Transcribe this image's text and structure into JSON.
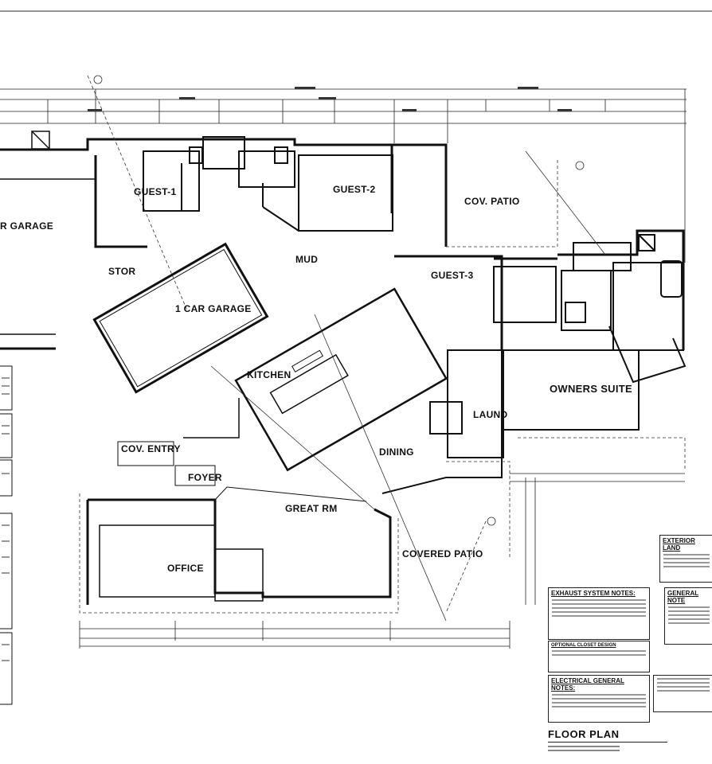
{
  "rooms": {
    "garage": "R GARAGE",
    "guest1": "GUEST-1",
    "guest2": "GUEST-2",
    "cov_patio": "COV. PATIO",
    "stor": "STOR",
    "mud": "MUD",
    "guest3": "GUEST-3",
    "one_car_garage": "1 CAR GARAGE",
    "kitchen": "KITCHEN",
    "owners_suite": "OWNERS SUITE",
    "laund": "LAUND",
    "dining": "DINING",
    "cov_entry": "COV. ENTRY",
    "foyer": "FOYER",
    "great_rm": "GREAT RM",
    "office": "OFFICE",
    "covered_patio": "COVERED PATIO"
  },
  "notes": {
    "exhaust": "EXHAUST SYSTEM NOTES:",
    "closet": "OPTIONAL CLOSET DESIGN",
    "electrical": "ELECTRICAL GENERAL NOTES:",
    "general": "GENERAL NOTE",
    "exterior": "EXTERIOR LAND"
  },
  "title_block": {
    "title": "FLOOR PLAN"
  }
}
